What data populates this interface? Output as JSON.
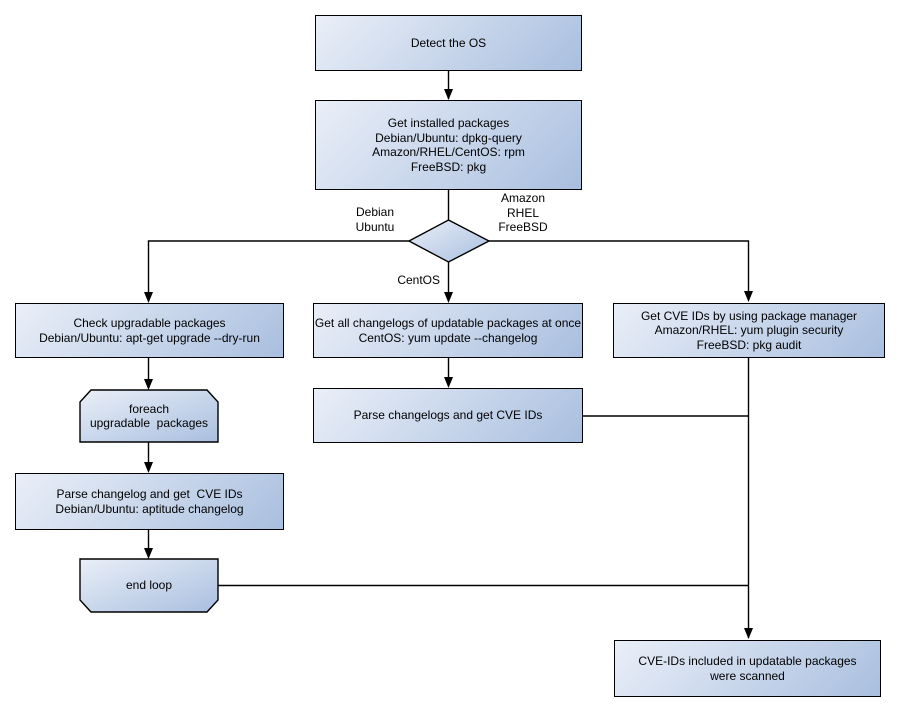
{
  "diagram": {
    "type": "flowchart",
    "nodes": {
      "detect_os": {
        "lines": [
          "Detect the OS"
        ]
      },
      "get_installed_packages": {
        "lines": [
          "Get installed packages",
          "Debian/Ubuntu: dpkg-query",
          "Amazon/RHEL/CentOS: rpm",
          "FreeBSD: pkg"
        ]
      },
      "os_decision": {
        "shape": "diamond",
        "lines": []
      },
      "check_upgradable_packages": {
        "lines": [
          "Check upgradable packages",
          "Debian/Ubuntu: apt-get upgrade --dry-run"
        ]
      },
      "foreach_loop_start": {
        "shape": "loop-start",
        "lines": [
          "foreach",
          "upgradable  packages"
        ]
      },
      "parse_changelog_debian": {
        "lines": [
          "Parse changelog and get  CVE IDs",
          "Debian/Ubuntu: aptitude changelog"
        ]
      },
      "end_loop": {
        "shape": "loop-end",
        "lines": [
          "end loop"
        ]
      },
      "get_all_changelogs": {
        "lines": [
          "Get all changelogs of updatable packages at once",
          "CentOS: yum update --changelog"
        ]
      },
      "parse_changelogs": {
        "lines": [
          "Parse changelogs and get CVE IDs"
        ]
      },
      "get_cve_package_manager": {
        "lines": [
          "Get CVE IDs by using package manager",
          "Amazon/RHEL: yum plugin security",
          "FreeBSD: pkg audit"
        ]
      },
      "result_scanned": {
        "lines": [
          "CVE-IDs included in updatable packages",
          "were scanned"
        ]
      }
    },
    "edge_labels": {
      "debian_branch": {
        "lines": [
          "Debian",
          "Ubuntu"
        ]
      },
      "amazon_branch": {
        "lines": [
          "Amazon",
          "RHEL",
          "FreeBSD"
        ]
      },
      "centos_branch": {
        "lines": [
          "CentOS"
        ]
      }
    },
    "colors": {
      "background": "#ffffff",
      "node_fill_light": "#eaeff8",
      "node_fill_dark": "#a9bfdf",
      "node_border": "#000000",
      "connector": "#000000",
      "text": "#000000"
    }
  }
}
